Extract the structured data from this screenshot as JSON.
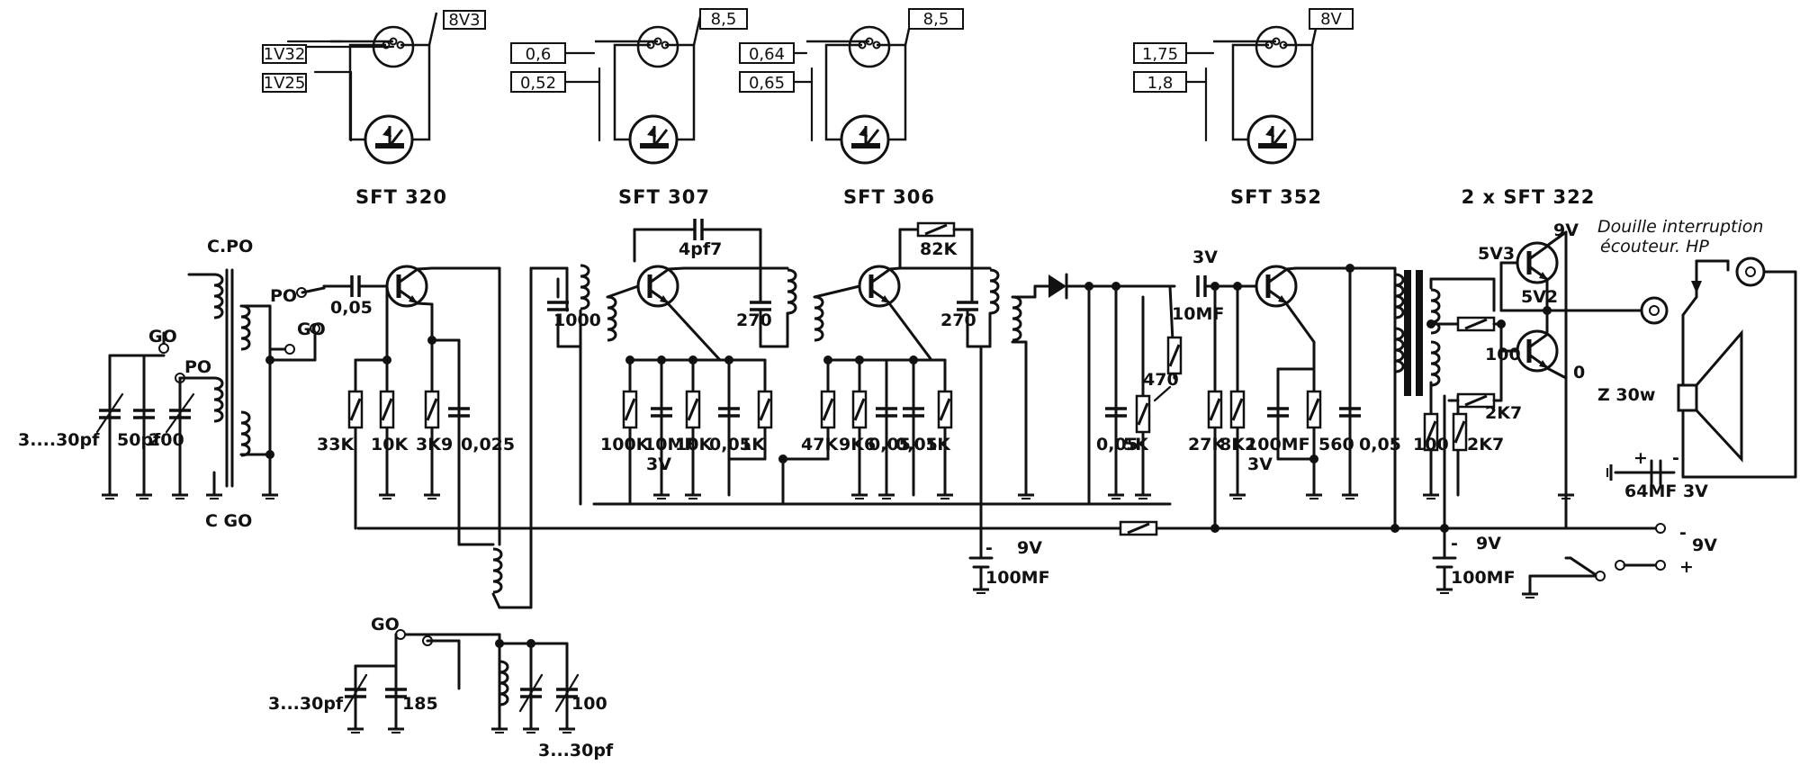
{
  "transistors": {
    "t1": {
      "name": "SFT 320",
      "b1": "1V32",
      "b2": "1V25",
      "c": "8V3"
    },
    "t2": {
      "name": "SFT 307",
      "b1": "0,6",
      "b2": "0,52",
      "c": "8,5"
    },
    "t3": {
      "name": "SFT 306",
      "b1": "0,64",
      "b2": "0,65",
      "c": "8,5"
    },
    "t4": {
      "name": "SFT 352",
      "b1": "1,75",
      "b2": "1,8",
      "c": "8V"
    },
    "t5": {
      "name": "2 x SFT 322"
    }
  },
  "labels": {
    "cpo": "C.PO",
    "cgo": "C GO",
    "po1": "PO",
    "go1": "GO",
    "po2": "PO",
    "go2": "GO",
    "go3": "GO",
    "trim1": "3....30pf",
    "c50": "50pf",
    "c200": "200",
    "c005a": "0,05",
    "r33k": "33K",
    "r10k_a": "10K",
    "r3k9": "3K9",
    "c0025": "0,025",
    "c1000": "1000",
    "c4pf7": "4pf7",
    "c270a": "270",
    "r100k": "100K",
    "c10mf": "10MF",
    "v3a": "3V",
    "r10k_b": "10K",
    "c005b": "0,05",
    "r1k_a": "1K",
    "r82k": "82K",
    "c270b": "270",
    "r47k": "47K",
    "r9k6": "9K6",
    "c005c": "0,05",
    "c005d": "0,05",
    "r1k_b": "1K",
    "v9_1": "9V",
    "c100mf_1": "100MF",
    "v3b": "3V",
    "c10mf2": "10MF",
    "r470": "470",
    "c005e": "0,05",
    "r5k": "5K",
    "r27k": "27K",
    "r8k2": "8K2",
    "c100mf2": "100MF",
    "v3c": "3V",
    "r560": "560",
    "c005f": "0,05",
    "r100a": "100",
    "r2k7a": "2K7",
    "r100b": "100",
    "r2k7b": "2K7",
    "v9_2": "9V",
    "c100mf_3": "100MF",
    "v9top": "9V",
    "v5v3": "5V3",
    "v5v2": "5V2",
    "zero": "0",
    "douille": "Douille interruption",
    "ecouteur": "écouteur. HP",
    "z30": "Z 30w",
    "c64": "64MF 3V",
    "minus": "-",
    "plus": "+",
    "v9supply": "9V",
    "trim2": "3...30pf",
    "c185": "185",
    "c100": "100",
    "trim3": "3...30pf"
  }
}
